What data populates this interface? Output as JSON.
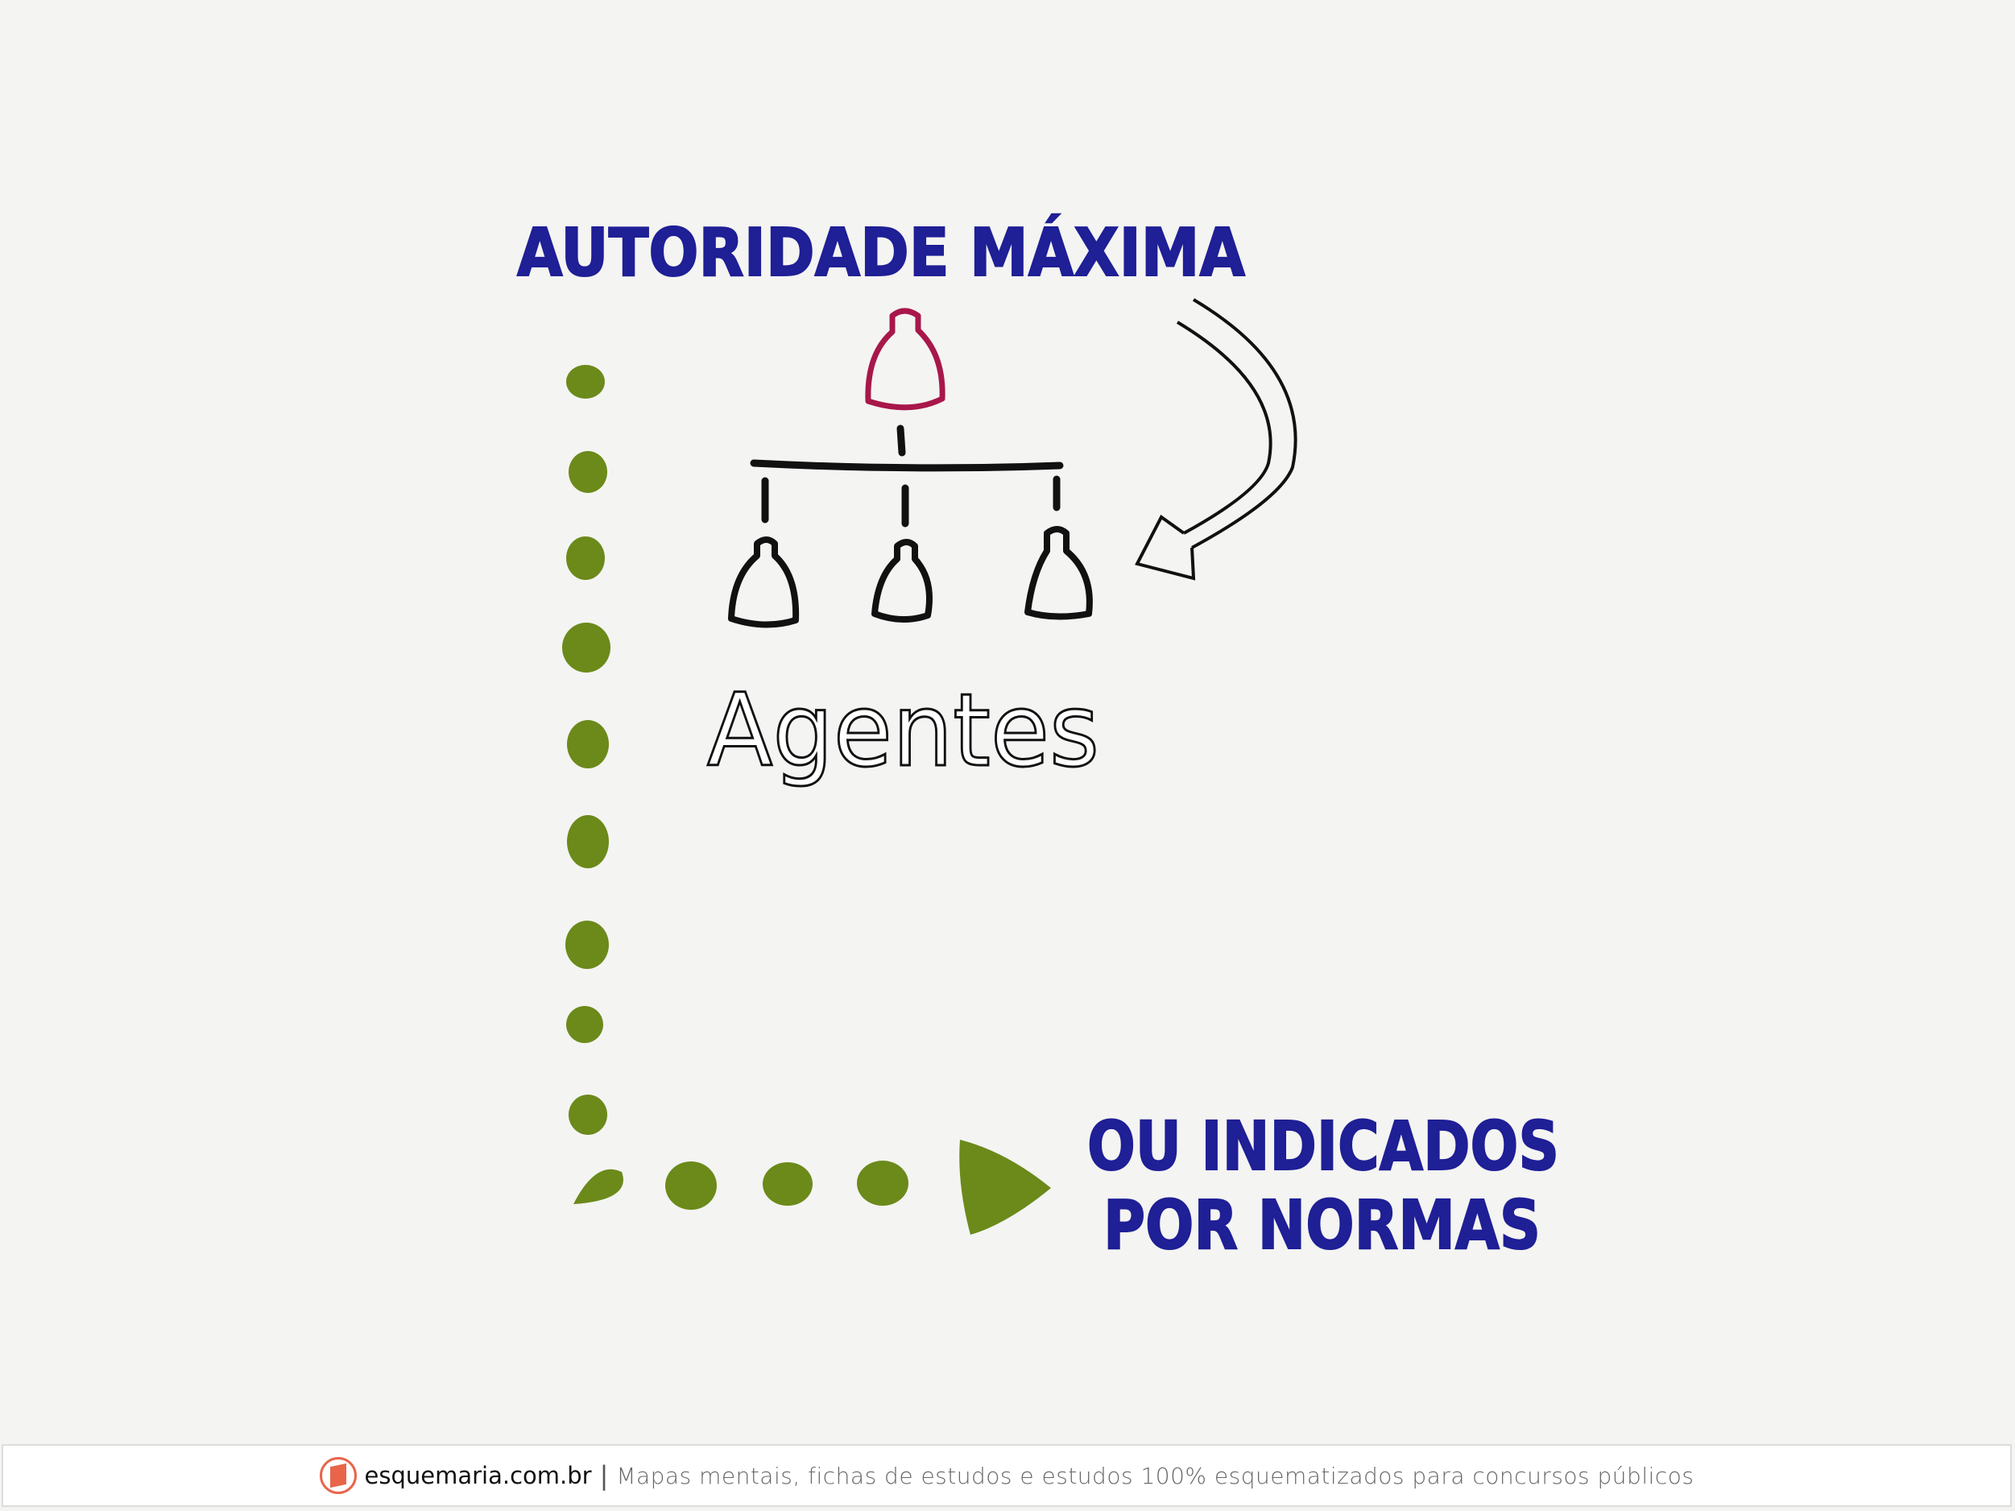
{
  "diagram": {
    "title": "AUTORIDADE MÁXIMA",
    "center_label": "Agentes",
    "bottom_label_line1": "OU INDICADOS",
    "bottom_label_line2": "POR NORMAS",
    "colors": {
      "title": "#1f1f96",
      "top_person": "#a8174a",
      "dots": "#6b8a1a",
      "lines": "#111111"
    }
  },
  "footer": {
    "brand": "esquemaria.com.br",
    "separator": "|",
    "tagline": "Mapas mentais, fichas de estudos e estudos 100% esquematizados para concursos públicos"
  }
}
